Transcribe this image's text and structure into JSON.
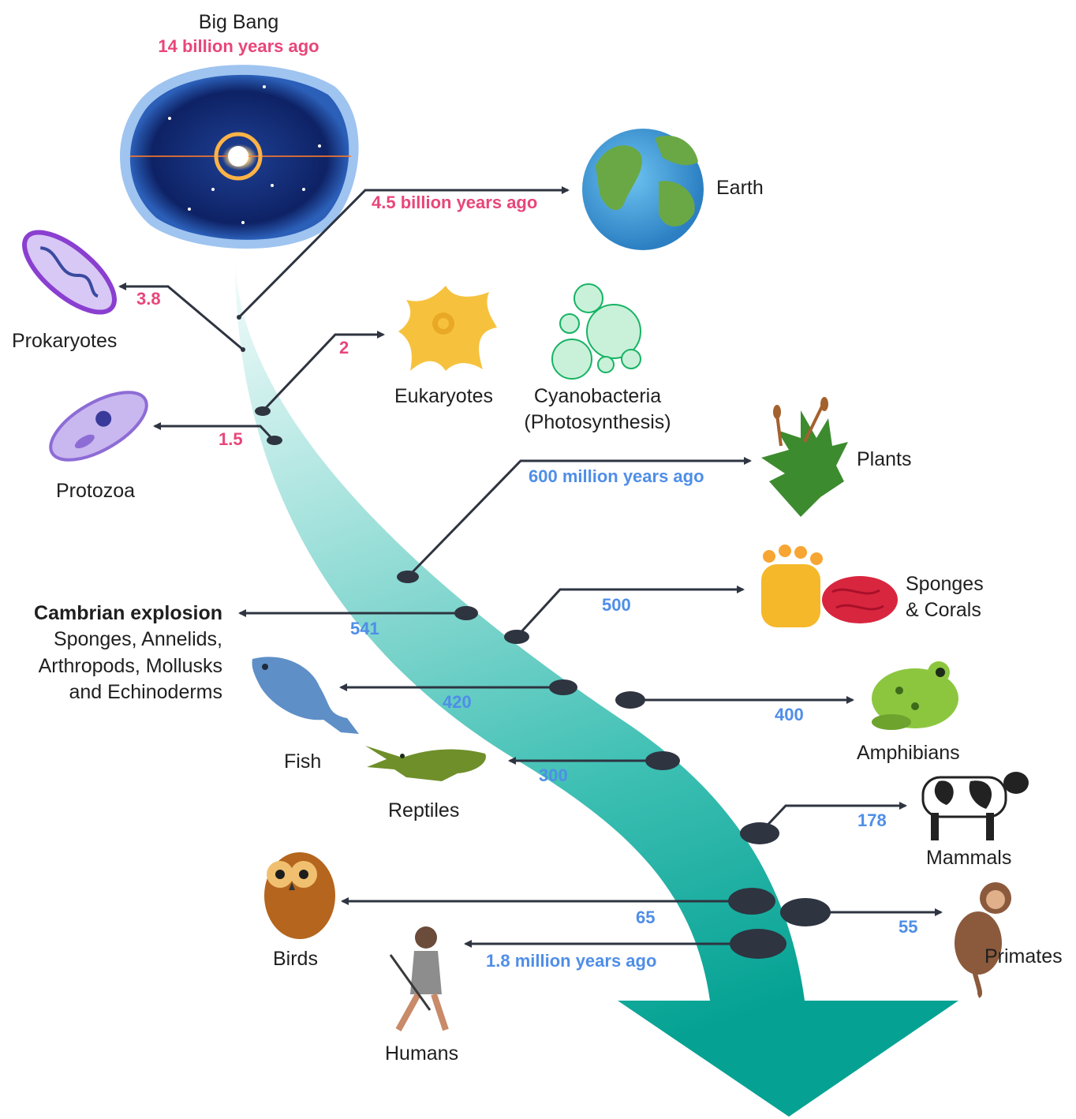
{
  "origin": {
    "label": "Big Bang",
    "time": "14 billion years ago"
  },
  "events": [
    {
      "id": "earth",
      "name": "Earth",
      "time": "4.5 billion years ago"
    },
    {
      "id": "prokaryotes",
      "name": "Prokaryotes",
      "time": "3.8"
    },
    {
      "id": "eukaryotes",
      "name": "Eukaryotes",
      "time": "2"
    },
    {
      "id": "cyanobacteria",
      "name": "Cyanobacteria",
      "note": "(Photosynthesis)"
    },
    {
      "id": "protozoa",
      "name": "Protozoa",
      "time": "1.5"
    },
    {
      "id": "plants",
      "name": "Plants",
      "time": "600 million years ago"
    },
    {
      "id": "cambrian",
      "name": "Cambrian explosion",
      "details": [
        "Sponges, Annelids,",
        "Arthropods, Mollusks",
        "and Echinoderms"
      ],
      "time": "541"
    },
    {
      "id": "sponges",
      "name_lines": [
        "Sponges",
        "& Corals"
      ],
      "time": "500"
    },
    {
      "id": "fish",
      "name": "Fish",
      "time": "420"
    },
    {
      "id": "amphibians",
      "name": "Amphibians",
      "time": "400"
    },
    {
      "id": "reptiles",
      "name": "Reptiles",
      "time": "300"
    },
    {
      "id": "mammals",
      "name": "Mammals",
      "time": "178"
    },
    {
      "id": "birds",
      "name": "Birds",
      "time": "65"
    },
    {
      "id": "primates",
      "name": "Primates",
      "time": "55"
    },
    {
      "id": "humans",
      "name": "Humans",
      "time": "1.8 million years ago"
    }
  ],
  "colors": {
    "billion_years": "#e8467a",
    "million_years": "#4f8ee8",
    "timeline_arrow_start": "#e4f7f6",
    "timeline_arrow_end": "#0aa79b",
    "connector": "#2e3440"
  }
}
